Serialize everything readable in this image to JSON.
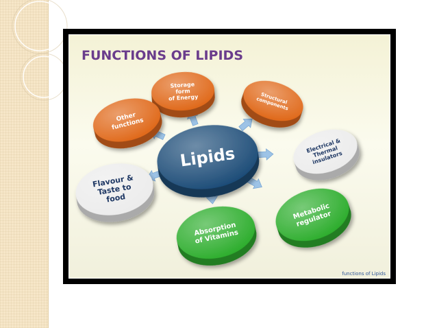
{
  "slide": {
    "diagram": {
      "title": "FUNCTIONS OF LIPIDS",
      "center": {
        "label": "Lipids",
        "color": "#1f4e79"
      },
      "nodes": [
        {
          "id": "storage",
          "lines": [
            "Storage",
            "form",
            "of Energy"
          ],
          "color": "#e06a1c"
        },
        {
          "id": "structural",
          "lines": [
            "Structural",
            "components"
          ],
          "color": "#e06a1c"
        },
        {
          "id": "insulators",
          "lines": [
            "Electrical &",
            "Thermal",
            "insulators"
          ],
          "color": "#ececec"
        },
        {
          "id": "metabolic",
          "lines": [
            "Metabolic",
            "regulator"
          ],
          "color": "#2fae2f"
        },
        {
          "id": "vitamins",
          "lines": [
            "Absorption",
            "of Vitamins"
          ],
          "color": "#2fae2f"
        },
        {
          "id": "flavour",
          "lines": [
            "Flavour &",
            "Taste to",
            "food"
          ],
          "color": "#ececec"
        },
        {
          "id": "other",
          "lines": [
            "Other",
            "functions"
          ],
          "color": "#e06a1c"
        }
      ],
      "arrow_color": "#9dc3e6",
      "watermark": "functions of Lipids"
    }
  }
}
